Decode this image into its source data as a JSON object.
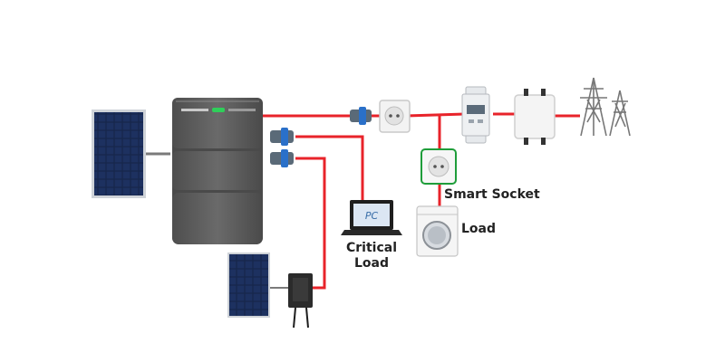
{
  "labels": {
    "smart_socket": "Smart Socket",
    "load": "Load",
    "critical_line1": "Critical",
    "critical_line2": "Load",
    "pc": "PC"
  },
  "colors": {
    "cable_red": "#e8232a",
    "cable_gray": "#7a7a7a",
    "battery_dark": "#5f5f5f",
    "panel_blue": "#15233f",
    "socket_green": "#1f9d3a"
  },
  "icons": [
    "solar-panel-icon",
    "hybrid-inverter-battery-icon",
    "connector-icon",
    "wall-socket-icon",
    "smart-meter-icon",
    "grid-relay-box-icon",
    "power-tower-icon",
    "smart-socket-icon",
    "washing-machine-icon",
    "laptop-icon",
    "micro-inverter-icon"
  ]
}
